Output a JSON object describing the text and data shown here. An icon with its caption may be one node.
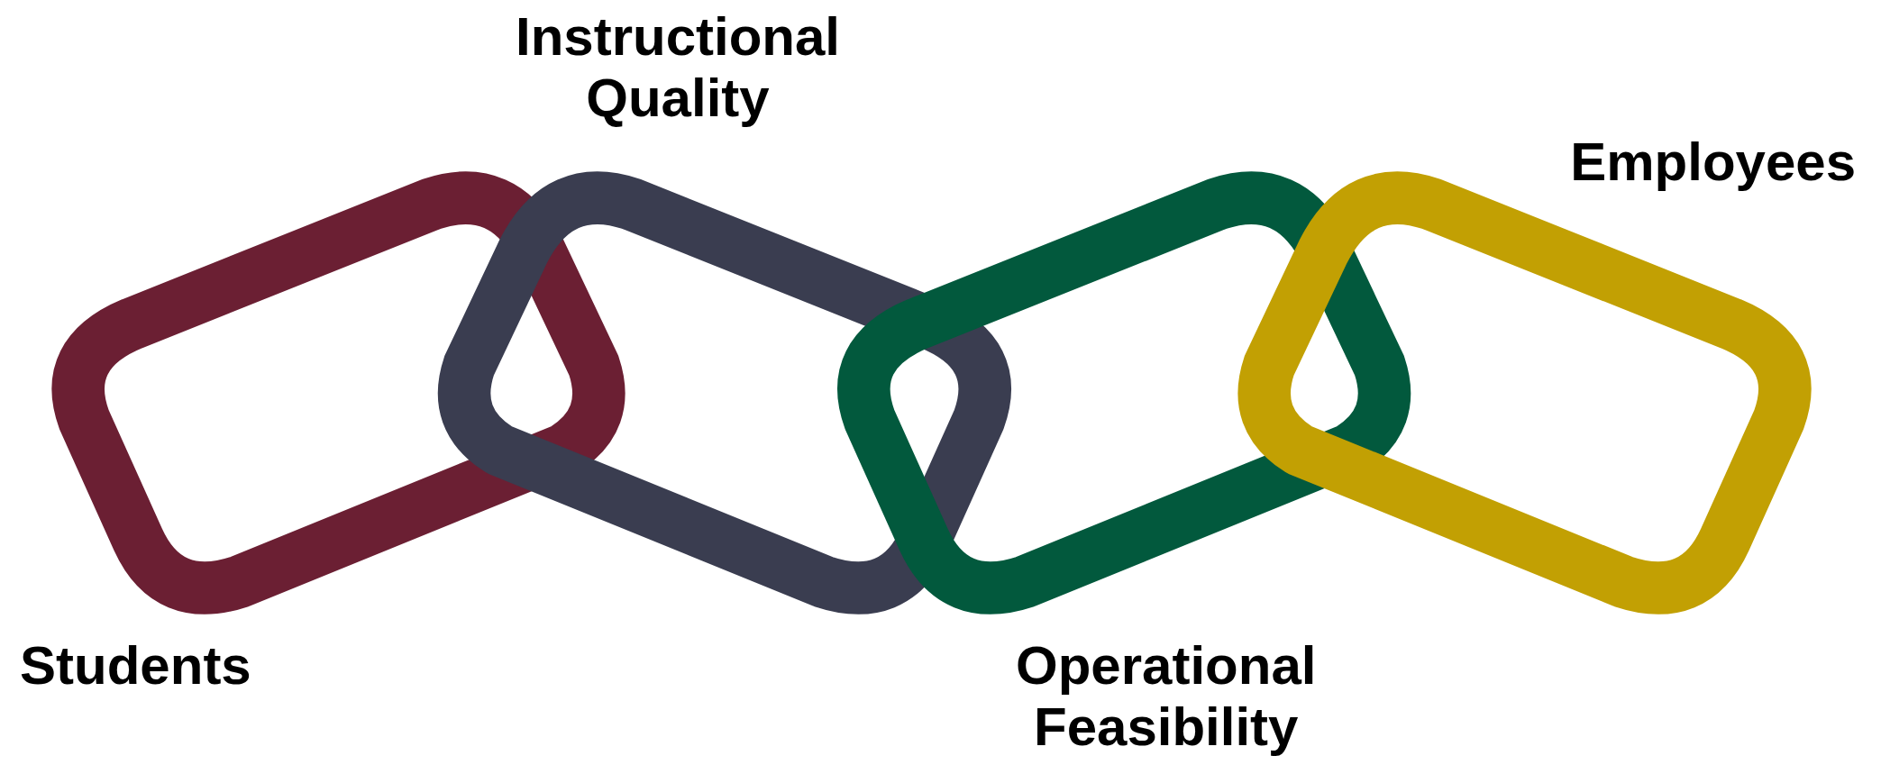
{
  "diagram": {
    "nodes": [
      {
        "text": [],
        "shape": "ring",
        "beside": [
          "Students"
        ]
      },
      {
        "text": [],
        "shape": "ring",
        "beside": [
          "Instructional Quality"
        ]
      },
      {
        "text": [],
        "shape": "ring",
        "beside": [
          "Operational Feasibility"
        ]
      },
      {
        "text": [],
        "shape": "ring",
        "beside": [
          "Employees"
        ]
      }
    ]
  }
}
